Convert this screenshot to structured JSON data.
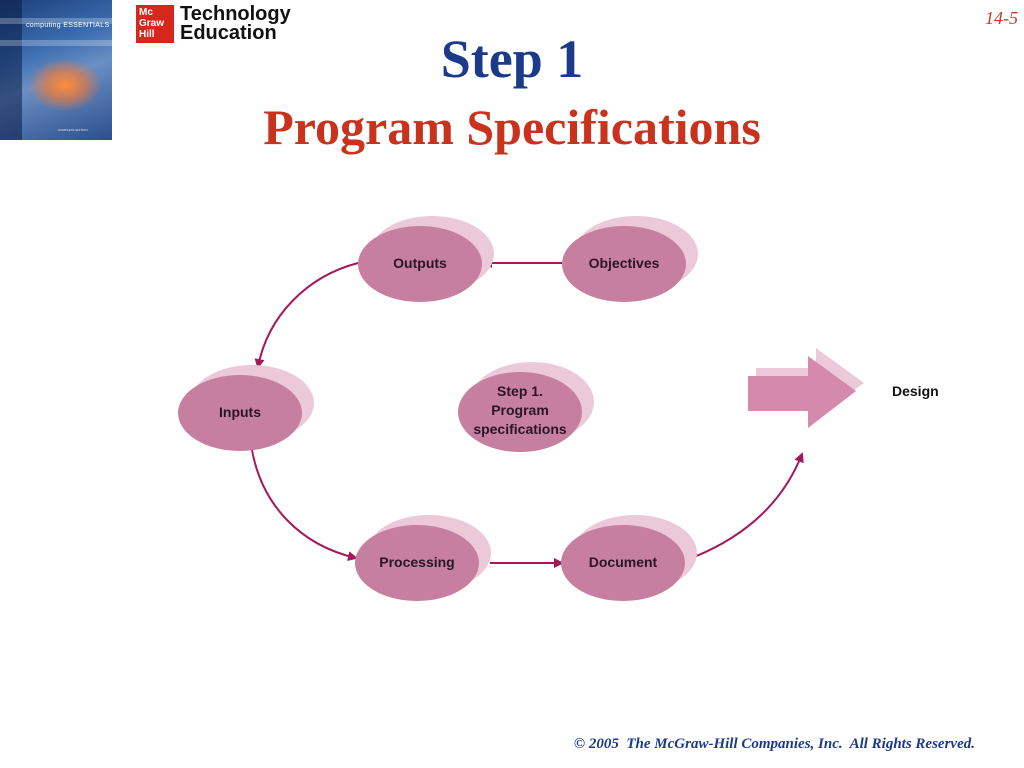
{
  "header": {
    "book_cover_text": "computing ESSENTIALS",
    "book_cover_sub": "COMPLETE EDITION",
    "logo_box_text": "Mc Graw Hill",
    "logo_text_line1": "Technology",
    "logo_text_line2": "Education",
    "slide_number": "14-5"
  },
  "title": {
    "main": "Step 1",
    "sub": "Program Specifications"
  },
  "diagram": {
    "center_lines": [
      "Step 1.",
      "Program",
      "specifications"
    ],
    "nodes": {
      "outputs": "Outputs",
      "objectives": "Objectives",
      "inputs": "Inputs",
      "processing": "Processing",
      "document": "Document"
    },
    "target": "Design",
    "colors": {
      "node_fill": "#c77fa0",
      "node_shadow": "#ecc9d8",
      "arrow": "#a3195b",
      "big_arrow": "#d48aaa"
    }
  },
  "footer": {
    "text": "© 2005  The McGraw-Hill Companies, Inc.  All Rights Reserved."
  }
}
